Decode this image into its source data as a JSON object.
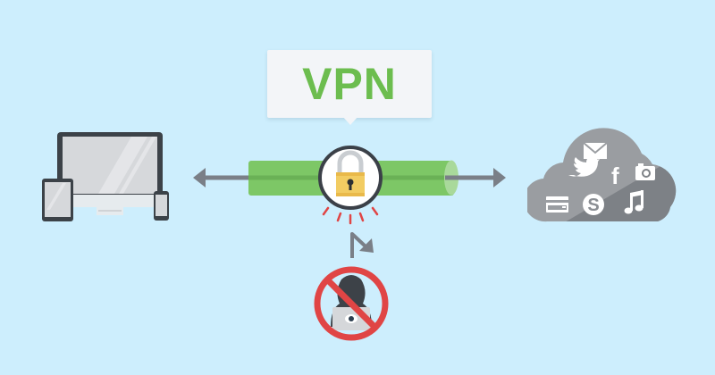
{
  "callout": {
    "label": "VPN"
  },
  "colors": {
    "background": "#cdeefd",
    "vpn_text": "#6cbd4f",
    "tunnel": "#7dc766",
    "arrow": "#7a7f87",
    "device_frame": "#3c4248",
    "device_screen": "#d6d8db",
    "cloud_light": "#9a9da1",
    "cloud_dark": "#7d8186",
    "lock_body": "#f2cc62",
    "alert_red": "#e04545"
  },
  "nodes": {
    "left": "devices",
    "center": "encrypted-tunnel",
    "right": "cloud-services",
    "bottom": "blocked-hacker"
  },
  "cloud_services": [
    "email",
    "twitter",
    "facebook",
    "camera",
    "credit-card",
    "skype",
    "music"
  ]
}
